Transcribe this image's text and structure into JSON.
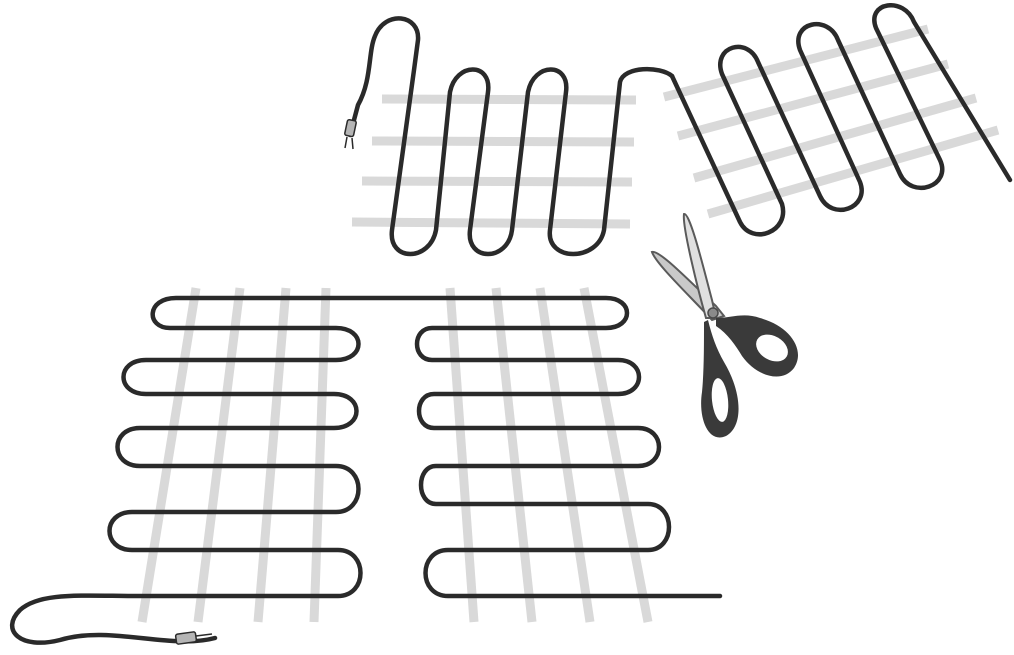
{
  "scene": {
    "description_items": [
      "heating-mat-top-left",
      "heating-mat-top-right",
      "heating-mat-bottom",
      "scissors"
    ]
  },
  "colors": {
    "background": "#ffffff",
    "cable": "#2a2a2a",
    "mesh": "#d9d9d9",
    "scissors_handle": "#3a3a3a",
    "scissors_blade": "#9a9a9a",
    "connector": "#b5b5b5"
  }
}
